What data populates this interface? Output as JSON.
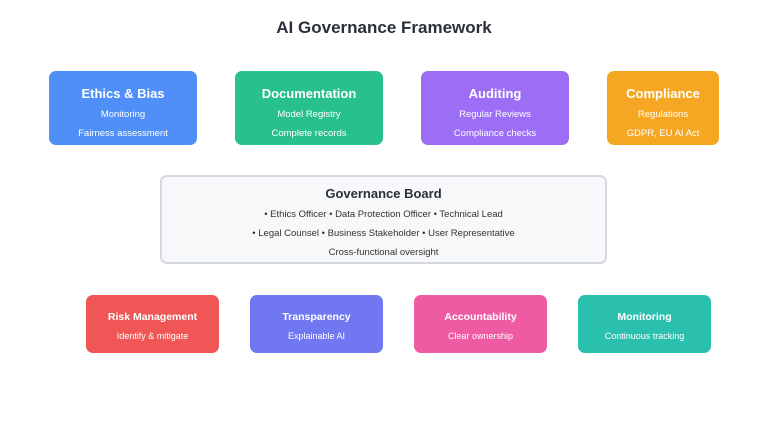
{
  "title": "AI Governance Framework",
  "top": [
    {
      "title": "Ethics & Bias",
      "lines": [
        "Monitoring",
        "Fairness assessment"
      ],
      "color": "#4f8ff7"
    },
    {
      "title": "Documentation",
      "lines": [
        "Model Registry",
        "Complete records"
      ],
      "color": "#28c08b"
    },
    {
      "title": "Auditing",
      "lines": [
        "Regular Reviews",
        "Compliance checks"
      ],
      "color": "#9b6ef5"
    },
    {
      "title": "Compliance",
      "lines": [
        "Regulations",
        "GDPR, EU AI Act"
      ],
      "color": "#f5a623"
    }
  ],
  "board": {
    "title": "Governance Board",
    "lines": [
      "• Ethics Officer • Data Protection Officer • Technical Lead",
      "• Legal Counsel • Business Stakeholder • User Representative",
      "Cross-functional oversight"
    ]
  },
  "bottom": [
    {
      "title": "Risk Management",
      "line": "Identify & mitigate",
      "color": "#f05656"
    },
    {
      "title": "Transparency",
      "line": "Explainable AI",
      "color": "#7177f0"
    },
    {
      "title": "Accountability",
      "line": "Clear ownership",
      "color": "#ee5ba3"
    },
    {
      "title": "Monitoring",
      "line": "Continuous tracking",
      "color": "#2bbfae"
    }
  ]
}
